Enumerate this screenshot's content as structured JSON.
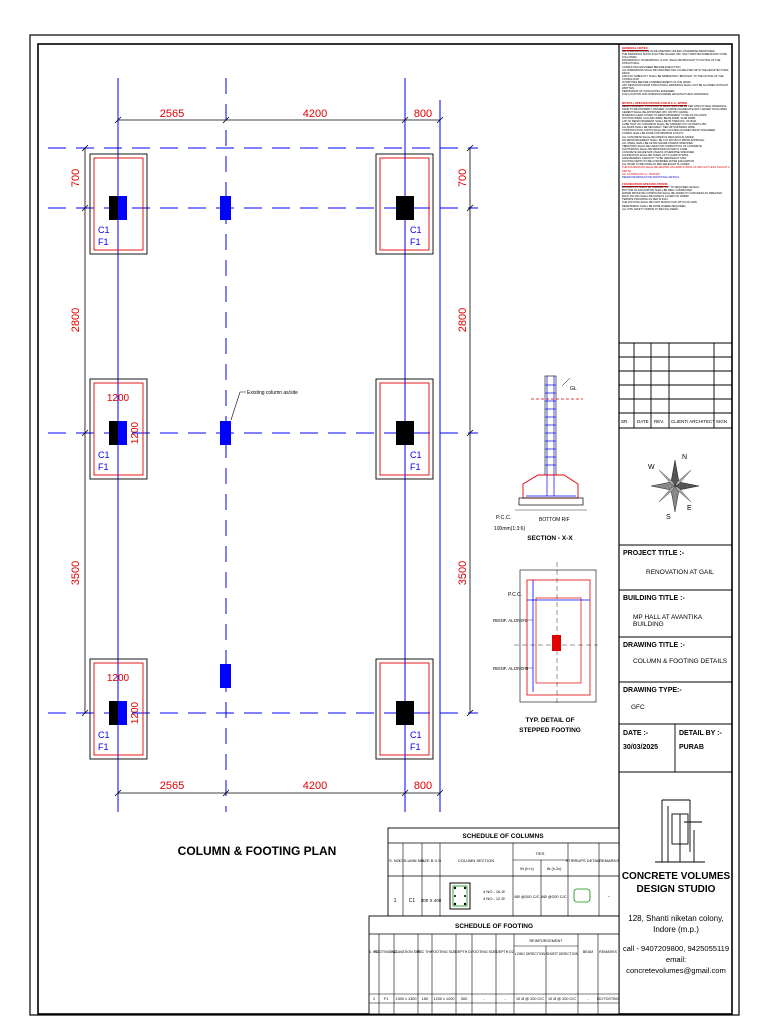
{
  "plan": {
    "title": "COLUMN & FOOTING PLAN",
    "dims_top": [
      "2565",
      "4200",
      "800"
    ],
    "dims_bottom": [
      "2565",
      "4200",
      "800"
    ],
    "dims_left": [
      "700",
      "2800",
      "3500"
    ],
    "dims_right": [
      "700",
      "2800",
      "3500"
    ],
    "footing_size_label": "1200",
    "column_label": "C1",
    "footing_label": "F1",
    "existing_column_note": "Existing column as/site"
  },
  "section": {
    "gl_label": "GL",
    "pcc_label": "P.C.C.",
    "pcc_thk": "100mm(1:3:6)",
    "bottom_label": "BOTTOM RIF",
    "title": "SECTION - X-X"
  },
  "stepped": {
    "pcc_label": "P.C.C.",
    "reinf1": "REINF. ALONG L",
    "reinf2": "REINF. ALONG B",
    "title1": "TYP. DETAIL OF",
    "title2": "STEPPED FOOTING"
  },
  "columns_schedule": {
    "title": "SCHEDULE OF COLUMNS",
    "headers": [
      "S. NO.",
      "COLUMN NO.",
      "SIZE B X D",
      "COLUMN SECTION",
      "TIES",
      "STIRRUPS DETAIL",
      "REMARKS"
    ],
    "ties_sub": [
      "IN (h+c)",
      "IN (h-2c)"
    ],
    "row": {
      "sno": "1",
      "col": "C1",
      "size": "300 X 400",
      "bars1": "4 NO.- 16 Ø",
      "bars2": "4 NO.- 12 Ø",
      "tie1": "8Ø @200 C/C",
      "tie2": "8Ø @200 C/C",
      "remarks": "-"
    }
  },
  "footing_schedule": {
    "title": "SCHEDULE OF FOOTING",
    "headers": [
      "S. NO.",
      "FOOTING NO.",
      "EXCAVATION SIZE",
      "PCC THK.",
      "FOOTING SIZE",
      "DEPTH D1",
      "FOOTING SIZE",
      "DEPTH D2",
      "REINFORCEMENT",
      "BEAM",
      "REMARKS"
    ],
    "reinf_sub": [
      "LONG DIRECTION",
      "SHORT DIRECTION"
    ],
    "row": [
      "1",
      "F1",
      "1300 x 1300",
      "150",
      "1200 x 1200",
      "300",
      "-",
      "-",
      "10 Ø @ 200 C/C",
      "10 Ø @ 200 C/C",
      "-",
      "ISO FOOTING"
    ]
  },
  "notes": {
    "h1": "GENERAL NOTES",
    "h1_lines": [
      "ALL DIMENSIONS ARE IN MILLIMETERS UNLESS OTHERWISE MENTIONED.",
      "THE DRAWINGS SHOULD NOT BE SCALED OFF. ONLY WRITTEN DIMENSIONS TO BE FOLLOWED.",
      "DISCREPANCY IN DRAWINGS, IF ANY, SHALL BE BROUGHT TO NOTICE OF THE STRUCTURAL",
      "CONSULTING ENGINEER BEFORE EXECUTION.",
      "ALL DIMENSIONS SHALL BE CHECKED AND CO-RELATED WITH THE ARCHITECTURAL DRGS.",
      "AND ANY AMBIGUITY SHALL BE IMMEDIATELY BROUGHT TO THE NOTICE OF THE CONSULTANT",
      "IN WRITTEN BEFORE COMMENCEMENT OF THE WORK.",
      "ANY DEVIATION FROM STRUCTURAL DRAWINGS SHALL NOT BE ALLOWED WITHOUT WRITTEN",
      "PERMISSION OF CONSULTING ENGINEER.",
      "FOR LOCATION AND OPENINGS REFER ARCHITECTURAL DRAWINGS."
    ],
    "h2": "NOTES / SPECIFICATIONS FOR R.C.C. WORK",
    "h2_lines": [
      "REINFORCEMENT PROVIDED IN BEAM SHALL BE AS PER STRUCTURAL DRAWINGS.",
      "SAND TO BE PROPERLY WASHED, COARSE AGGREGATE NOT LARGER THAN 20MM.",
      "CEMENT SHALL BE APPROVED OPC OR PPC GRADE.",
      "MINIMUM CLEAR COVER TO REINFORCEMENT TO BE AS FOLLOWS:",
      "FOOTING 50MM, COLUMN 40MM, BEAM 25MM, SLAB 20MM.",
      "LAP OF REINFORCEMENT SHALL BE 50 TIMES DIA. OF BAR.",
      "CUBE TEST OF CONCRETE SHALL BE CARRIED OUT AS PER IS 456.",
      "ALL BARS SHALL BE SECURELY TIED WITH BINDING WIRE.",
      "CONSTRUCTION JOINTS SHALL BE LOCATED AS DIRECTED BY ENGINEER.",
      "CURING SHALL BE DONE FOR MINIMUM 14 DAYS.",
      "ALL CONCRETE SHALL BE MIXED IN MECHANICAL MIXER.",
      "NO REINFORCEMENT SHALL BE CUT WITHOUT PRIOR APPROVAL.",
      "ALL STEEL SHALL BE FE 500 GRADE UNLESS SPECIFIED.",
      "VIBRATORS SHALL BE USED FOR COMPACTION OF CONCRETE.",
      "SHUTTERING SHALL BE REMOVED AS PER IS CODE.",
      "CONCRETE GRADE M25 UNLESS OTHERWISE SPECIFIED.",
      "FOUNDATION SHALL BE TAKEN UP TO HARD STRATA.",
      "SAFE BEARING CAPACITY TO BE VERIFIED AT SITE.",
      "FOOTING DEPTH TO BE CONFIRMED AFTER EXCAVATION.",
      "ALL WORK TO BE DONE AS PER RELEVANT IS CODES."
    ],
    "h2_red": "THE FOUNDATION SHALL BE RESTED ON HARD STRATA OF SBC NOT LESS THAN AT A DEPTH",
    "h2_red2": "OF 1.5 M BELOW G.L. REPORT.",
    "h2_blue": "REFER DRAWINGS FOR ADDITIONAL DETAILS",
    "h3": "FOUNDATION SPECIFICATIONS",
    "h3_lines": [
      "EXCAVATION SHALL BE CARRIED OUT TO REQUIRED LEVELS.",
      "BOTTOM OF EXCAVATION SHALL BE WELL COMPACTED.",
      "WATER PROOFING COMPOUND SHALL BE ADDED TO CONCRETE AS DIRECTED.",
      "BACK FILLING SHALL BE DONE IN LAYERS OF 200MM.",
      "TERMITE PROOFING AS PER IS 6313.",
      "THE FOOTING SHALL BE CAST MONOLITHIC WITH COLUMN.",
      "DEWATERING SHALL BE DONE WHERE REQUIRED.",
      "ALL SITE SAFETY NORMS TO BE FOLLOWED."
    ]
  },
  "revision_headers": [
    "SR.",
    "DATE",
    "REV.",
    "CLIENT/ ARCHITECT",
    "SIGN"
  ],
  "compass": {
    "n": "N",
    "s": "S",
    "e": "E",
    "w": "W"
  },
  "title_block": {
    "project_label": "PROJECT TITLE :-",
    "project_value": "RENOVATION AT GAIL",
    "building_label": "BUILDING TITLE :-",
    "building_value": "MP HALL AT AVANTIKA BUILDING",
    "drawing_label": "DRAWING TITLE :-",
    "drawing_value": "COLUMN & FOOTING DETAILS",
    "type_label": "DRAWING TYPE:-",
    "type_value": "GFC",
    "date_label": "DATE :-",
    "date_value": "30/03/2025",
    "detail_label": "DETAIL BY :-",
    "detail_value": "PURAB"
  },
  "firm": {
    "name1": "CONCRETE VOLUMES",
    "name2": "DESIGN STUDIO",
    "addr1": "128, Shanti niketan colony,",
    "addr2": "Indore (m.p.)",
    "call": "call - 9407209800, 9425055119",
    "email": "email: concretevolumes@gmail.com"
  },
  "colors": {
    "grid_blue": "#0000ff",
    "footing_red": "#e00000",
    "ink": "#000000"
  }
}
